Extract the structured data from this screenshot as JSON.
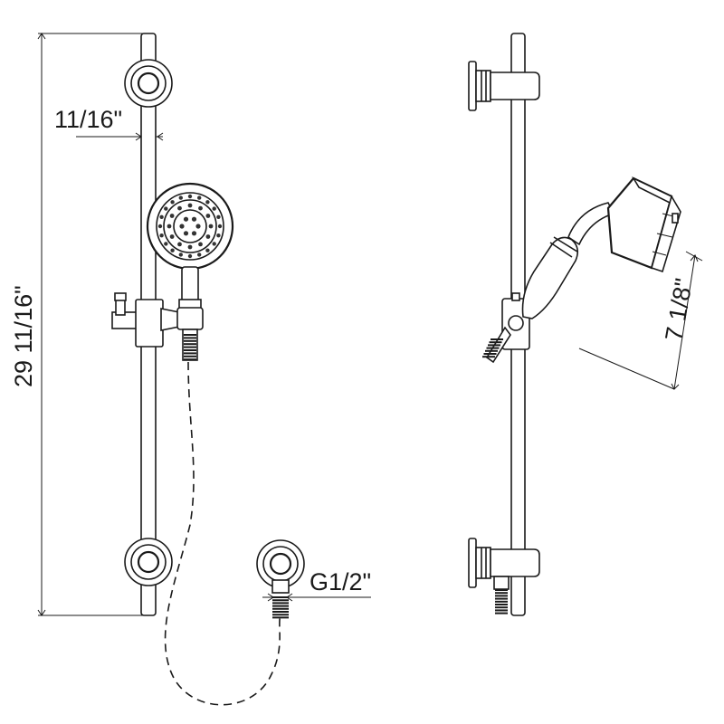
{
  "dimensions": {
    "total_height": "29 11/16\"",
    "bar_diameter": "11/16\"",
    "outlet_thread": "G1/2\"",
    "head_length": "7 1/8\""
  }
}
